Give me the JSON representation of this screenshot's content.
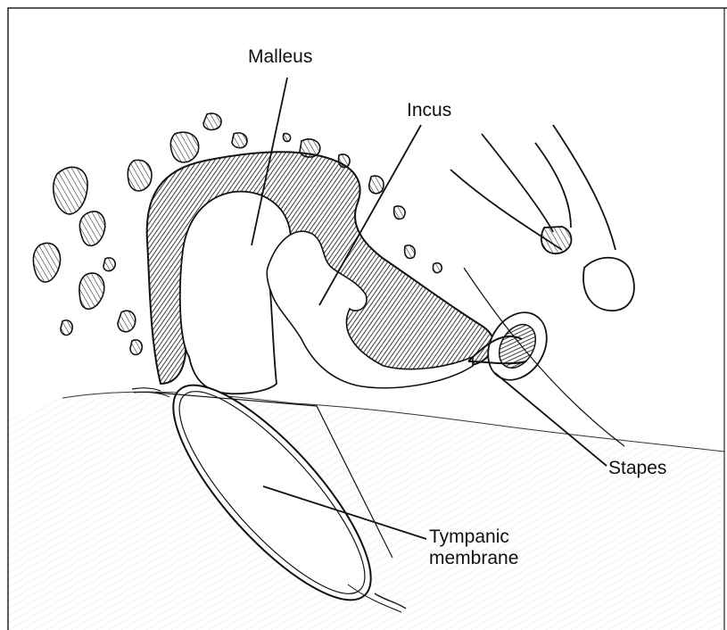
{
  "figure": {
    "labels": {
      "malleus": "Malleus",
      "incus": "Incus",
      "stapes": "Stapes",
      "tympanic_line1": "Tympanic",
      "tympanic_line2": "membrane"
    }
  }
}
